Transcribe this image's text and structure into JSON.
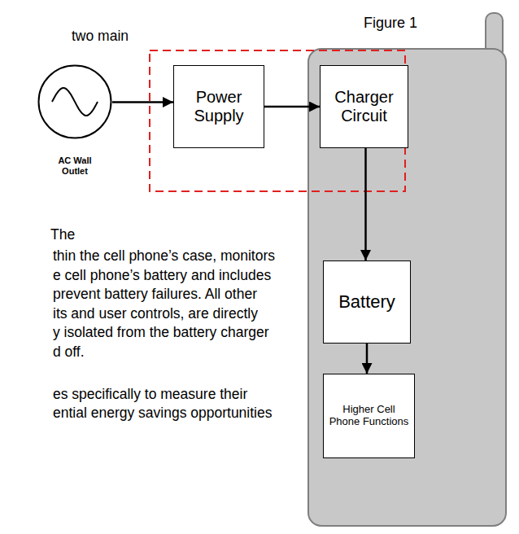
{
  "diagram": {
    "title": "Figure 1",
    "nodes": [
      {
        "text": [
          "AC Wall Outlet"
        ]
      },
      {
        "text": [
          "Power Supply"
        ]
      },
      {
        "text": [
          "Charger Circuit"
        ]
      },
      {
        "text": [
          "Battery"
        ]
      },
      {
        "text": [
          "Higher Cell Phone Functions"
        ]
      }
    ],
    "edges": [
      {
        "from": 0,
        "to": 1,
        "arrow": "to"
      },
      {
        "from": 1,
        "to": 2,
        "arrow": "to"
      },
      {
        "from": 2,
        "to": 3,
        "arrow": "to"
      },
      {
        "from": 3,
        "to": 4,
        "arrow": "to"
      }
    ],
    "labels": [
      "two main",
      "The",
      "thin the cell phone’s case, monitors",
      "e cell phone’s battery and includes",
      "prevent battery failures. All other",
      "its and user controls, are directly",
      "y isolated from the battery charger",
      "d off.",
      "es specifically to measure their",
      "ential energy savings opportunities"
    ]
  }
}
